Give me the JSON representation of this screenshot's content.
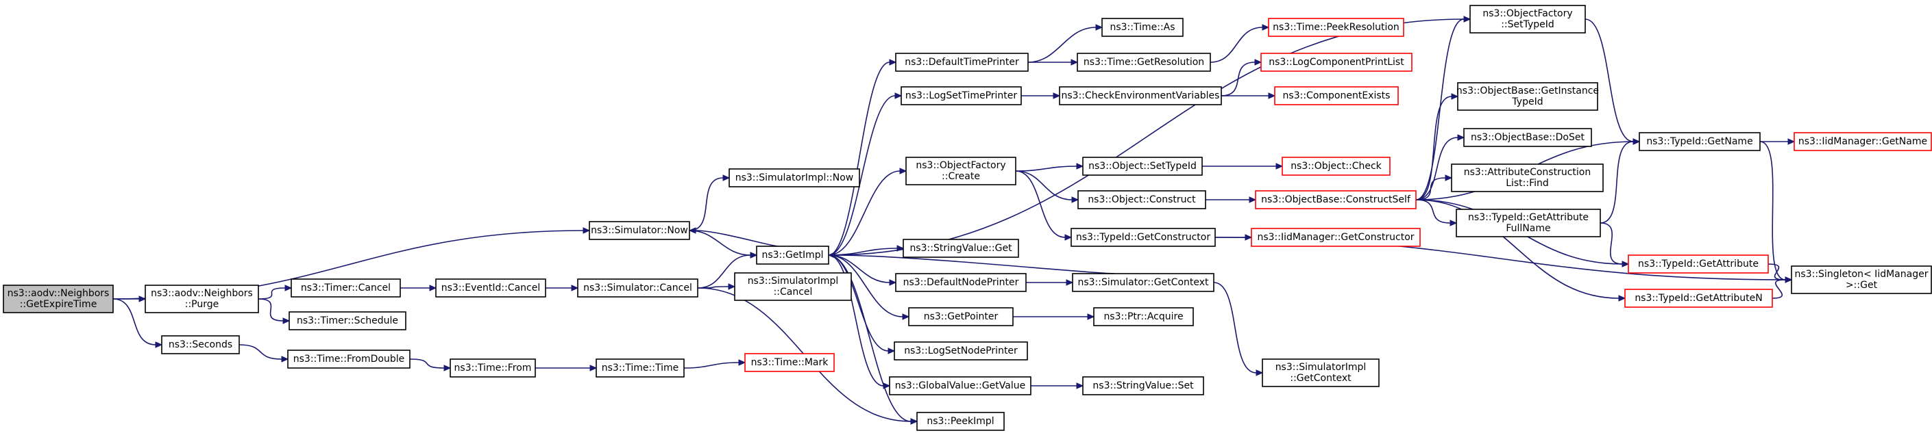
{
  "graph": {
    "root": "n_root",
    "nodes": [
      {
        "id": "n_root",
        "lines": [
          "ns3::aodv::Neighbors",
          "::GetExpireTime"
        ],
        "style": "root"
      },
      {
        "id": "n_purge",
        "lines": [
          "ns3::aodv::Neighbors",
          "::Purge"
        ],
        "style": "normal"
      },
      {
        "id": "n_seconds",
        "lines": [
          "ns3::Seconds"
        ],
        "style": "normal"
      },
      {
        "id": "n_simnow",
        "lines": [
          "ns3::Simulator::Now"
        ],
        "style": "normal"
      },
      {
        "id": "n_timercancel",
        "lines": [
          "ns3::Timer::Cancel"
        ],
        "style": "normal"
      },
      {
        "id": "n_timersched",
        "lines": [
          "ns3::Timer::Schedule"
        ],
        "style": "normal"
      },
      {
        "id": "n_fromdouble",
        "lines": [
          "ns3::Time::FromDouble"
        ],
        "style": "normal"
      },
      {
        "id": "n_eventcancel",
        "lines": [
          "ns3::EventId::Cancel"
        ],
        "style": "normal"
      },
      {
        "id": "n_timefrom",
        "lines": [
          "ns3::Time::From"
        ],
        "style": "normal"
      },
      {
        "id": "n_simcancel",
        "lines": [
          "ns3::Simulator::Cancel"
        ],
        "style": "normal"
      },
      {
        "id": "n_timetime",
        "lines": [
          "ns3::Time::Time"
        ],
        "style": "normal"
      },
      {
        "id": "n_simimplnow",
        "lines": [
          "ns3::SimulatorImpl::Now"
        ],
        "style": "normal"
      },
      {
        "id": "n_getimpl",
        "lines": [
          "ns3::GetImpl"
        ],
        "style": "normal"
      },
      {
        "id": "n_simimplcancel",
        "lines": [
          "ns3::SimulatorImpl",
          "::Cancel"
        ],
        "style": "normal"
      },
      {
        "id": "n_timemark",
        "lines": [
          "ns3::Time::Mark"
        ],
        "style": "red"
      },
      {
        "id": "n_deftimeprinter",
        "lines": [
          "ns3::DefaultTimePrinter"
        ],
        "style": "normal"
      },
      {
        "id": "n_logsettime",
        "lines": [
          "ns3::LogSetTimePrinter"
        ],
        "style": "normal"
      },
      {
        "id": "n_objfactcreate",
        "lines": [
          "ns3::ObjectFactory",
          "::Create"
        ],
        "style": "normal"
      },
      {
        "id": "n_stringvalget",
        "lines": [
          "ns3::StringValue::Get"
        ],
        "style": "normal"
      },
      {
        "id": "n_defnodeprinter",
        "lines": [
          "ns3::DefaultNodePrinter"
        ],
        "style": "normal"
      },
      {
        "id": "n_getpointer",
        "lines": [
          "ns3::GetPointer"
        ],
        "style": "normal"
      },
      {
        "id": "n_logsetnode",
        "lines": [
          "ns3::LogSetNodePrinter"
        ],
        "style": "normal"
      },
      {
        "id": "n_globalvalget",
        "lines": [
          "ns3::GlobalValue::GetValue"
        ],
        "style": "normal"
      },
      {
        "id": "n_peekimpl",
        "lines": [
          "ns3::PeekImpl"
        ],
        "style": "normal"
      },
      {
        "id": "n_timeas",
        "lines": [
          "ns3::Time::As"
        ],
        "style": "normal"
      },
      {
        "id": "n_timegetres",
        "lines": [
          "ns3::Time::GetResolution"
        ],
        "style": "normal"
      },
      {
        "id": "n_checkenv",
        "lines": [
          "ns3::CheckEnvironmentVariables"
        ],
        "style": "normal"
      },
      {
        "id": "n_objsettypeid",
        "lines": [
          "ns3::Object::SetTypeId"
        ],
        "style": "normal"
      },
      {
        "id": "n_objconstruct",
        "lines": [
          "ns3::Object::Construct"
        ],
        "style": "normal"
      },
      {
        "id": "n_typeidgetctor",
        "lines": [
          "ns3::TypeId::GetConstructor"
        ],
        "style": "normal"
      },
      {
        "id": "n_simgetctx",
        "lines": [
          "ns3::Simulator::GetContext"
        ],
        "style": "normal"
      },
      {
        "id": "n_ptracquire",
        "lines": [
          "ns3::Ptr::Acquire"
        ],
        "style": "normal"
      },
      {
        "id": "n_stringvalset",
        "lines": [
          "ns3::StringValue::Set"
        ],
        "style": "normal"
      },
      {
        "id": "n_simimplgetctx",
        "lines": [
          "ns3::SimulatorImpl",
          "::GetContext"
        ],
        "style": "normal"
      },
      {
        "id": "n_peekres",
        "lines": [
          "ns3::Time::PeekResolution"
        ],
        "style": "red"
      },
      {
        "id": "n_logcompprint",
        "lines": [
          "ns3::LogComponentPrintList"
        ],
        "style": "red"
      },
      {
        "id": "n_compexists",
        "lines": [
          "ns3::ComponentExists"
        ],
        "style": "red"
      },
      {
        "id": "n_objcheck",
        "lines": [
          "ns3::Object::Check"
        ],
        "style": "red"
      },
      {
        "id": "n_objbaseconstruct",
        "lines": [
          "ns3::ObjectBase::ConstructSelf"
        ],
        "style": "red"
      },
      {
        "id": "n_iidmgrgetctor",
        "lines": [
          "ns3::IidManager::GetConstructor"
        ],
        "style": "red"
      },
      {
        "id": "n_objfactsettypeid",
        "lines": [
          "ns3::ObjectFactory",
          "::SetTypeId"
        ],
        "style": "normal"
      },
      {
        "id": "n_objbasegetinst",
        "lines": [
          "ns3::ObjectBase::GetInstance",
          "TypeId"
        ],
        "style": "normal"
      },
      {
        "id": "n_objbasedoset",
        "lines": [
          "ns3::ObjectBase::DoSet"
        ],
        "style": "normal"
      },
      {
        "id": "n_attrconstrfind",
        "lines": [
          "ns3::AttributeConstruction",
          "List::Find"
        ],
        "style": "normal"
      },
      {
        "id": "n_typeidgetattrfull",
        "lines": [
          "ns3::TypeId::GetAttribute",
          "FullName"
        ],
        "style": "normal"
      },
      {
        "id": "n_typeidgetname",
        "lines": [
          "ns3::TypeId::GetName"
        ],
        "style": "normal"
      },
      {
        "id": "n_typeidgetattr",
        "lines": [
          "ns3::TypeId::GetAttribute"
        ],
        "style": "red"
      },
      {
        "id": "n_typeidgetattrn",
        "lines": [
          "ns3::TypeId::GetAttributeN"
        ],
        "style": "red"
      },
      {
        "id": "n_iidmgrgetname",
        "lines": [
          "ns3::IidManager::GetName"
        ],
        "style": "red"
      },
      {
        "id": "n_singleton",
        "lines": [
          "ns3::Singleton< IidManager",
          ">::Get"
        ],
        "style": "normal"
      }
    ],
    "edges": [
      [
        "n_root",
        "n_purge"
      ],
      [
        "n_root",
        "n_seconds"
      ],
      [
        "n_root",
        "n_simnow"
      ],
      [
        "n_purge",
        "n_timercancel"
      ],
      [
        "n_purge",
        "n_timersched"
      ],
      [
        "n_seconds",
        "n_fromdouble"
      ],
      [
        "n_timercancel",
        "n_eventcancel"
      ],
      [
        "n_eventcancel",
        "n_simcancel"
      ],
      [
        "n_fromdouble",
        "n_timefrom"
      ],
      [
        "n_timefrom",
        "n_timetime"
      ],
      [
        "n_timetime",
        "n_timemark"
      ],
      [
        "n_simnow",
        "n_simimplnow"
      ],
      [
        "n_simnow",
        "n_getimpl"
      ],
      [
        "n_simcancel",
        "n_getimpl"
      ],
      [
        "n_simcancel",
        "n_simimplcancel"
      ],
      [
        "n_simcancel",
        "n_peekimpl"
      ],
      [
        "n_getimpl",
        "n_simnow"
      ],
      [
        "n_getimpl",
        "n_deftimeprinter"
      ],
      [
        "n_getimpl",
        "n_logsettime"
      ],
      [
        "n_getimpl",
        "n_objfactcreate"
      ],
      [
        "n_getimpl",
        "n_stringvalget"
      ],
      [
        "n_getimpl",
        "n_defnodeprinter"
      ],
      [
        "n_getimpl",
        "n_getpointer"
      ],
      [
        "n_getimpl",
        "n_logsetnode"
      ],
      [
        "n_getimpl",
        "n_globalvalget"
      ],
      [
        "n_getimpl",
        "n_peekimpl"
      ],
      [
        "n_getimpl",
        "n_objfactsettypeid"
      ],
      [
        "n_deftimeprinter",
        "n_timeas"
      ],
      [
        "n_deftimeprinter",
        "n_timegetres"
      ],
      [
        "n_timegetres",
        "n_peekres"
      ],
      [
        "n_logsettime",
        "n_checkenv"
      ],
      [
        "n_checkenv",
        "n_logcompprint"
      ],
      [
        "n_checkenv",
        "n_compexists"
      ],
      [
        "n_objfactcreate",
        "n_objsettypeid"
      ],
      [
        "n_objfactcreate",
        "n_objconstruct"
      ],
      [
        "n_objfactcreate",
        "n_typeidgetctor"
      ],
      [
        "n_objsettypeid",
        "n_objcheck"
      ],
      [
        "n_objconstruct",
        "n_objbaseconstruct"
      ],
      [
        "n_typeidgetctor",
        "n_iidmgrgetctor"
      ],
      [
        "n_typeidgetctor",
        "n_singleton"
      ],
      [
        "n_defnodeprinter",
        "n_simgetctx"
      ],
      [
        "n_simgetctx",
        "n_getimpl"
      ],
      [
        "n_simgetctx",
        "n_simimplgetctx"
      ],
      [
        "n_getpointer",
        "n_ptracquire"
      ],
      [
        "n_globalvalget",
        "n_stringvalset"
      ],
      [
        "n_objbaseconstruct",
        "n_objfactsettypeid"
      ],
      [
        "n_objbaseconstruct",
        "n_objbasegetinst"
      ],
      [
        "n_objbaseconstruct",
        "n_objbasedoset"
      ],
      [
        "n_objbaseconstruct",
        "n_attrconstrfind"
      ],
      [
        "n_objbaseconstruct",
        "n_typeidgetattrfull"
      ],
      [
        "n_objbaseconstruct",
        "n_typeidgetname"
      ],
      [
        "n_objbaseconstruct",
        "n_typeidgetattr"
      ],
      [
        "n_objbaseconstruct",
        "n_typeidgetattrn"
      ],
      [
        "n_objfactsettypeid",
        "n_typeidgetname"
      ],
      [
        "n_typeidgetattrfull",
        "n_typeidgetname"
      ],
      [
        "n_typeidgetattrfull",
        "n_typeidgetattr"
      ],
      [
        "n_typeidgetname",
        "n_iidmgrgetname"
      ],
      [
        "n_typeidgetname",
        "n_singleton"
      ],
      [
        "n_typeidgetattr",
        "n_singleton"
      ],
      [
        "n_typeidgetattrn",
        "n_singleton"
      ]
    ]
  }
}
